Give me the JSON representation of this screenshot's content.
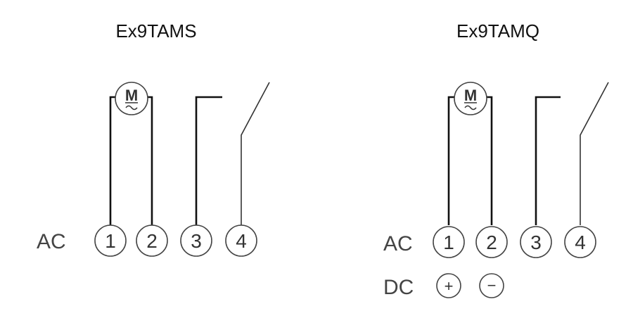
{
  "units": [
    {
      "title": "Ex9TAMS",
      "motor_label": "M",
      "rails": [
        {
          "label": "AC",
          "terminals": [
            "1",
            "2",
            "3",
            "4"
          ]
        }
      ]
    },
    {
      "title": "Ex9TAMQ",
      "motor_label": "M",
      "rails": [
        {
          "label": "AC",
          "terminals": [
            "1",
            "2",
            "3",
            "4"
          ]
        },
        {
          "label": "DC",
          "terminals": [
            "+",
            "−"
          ]
        }
      ]
    }
  ]
}
